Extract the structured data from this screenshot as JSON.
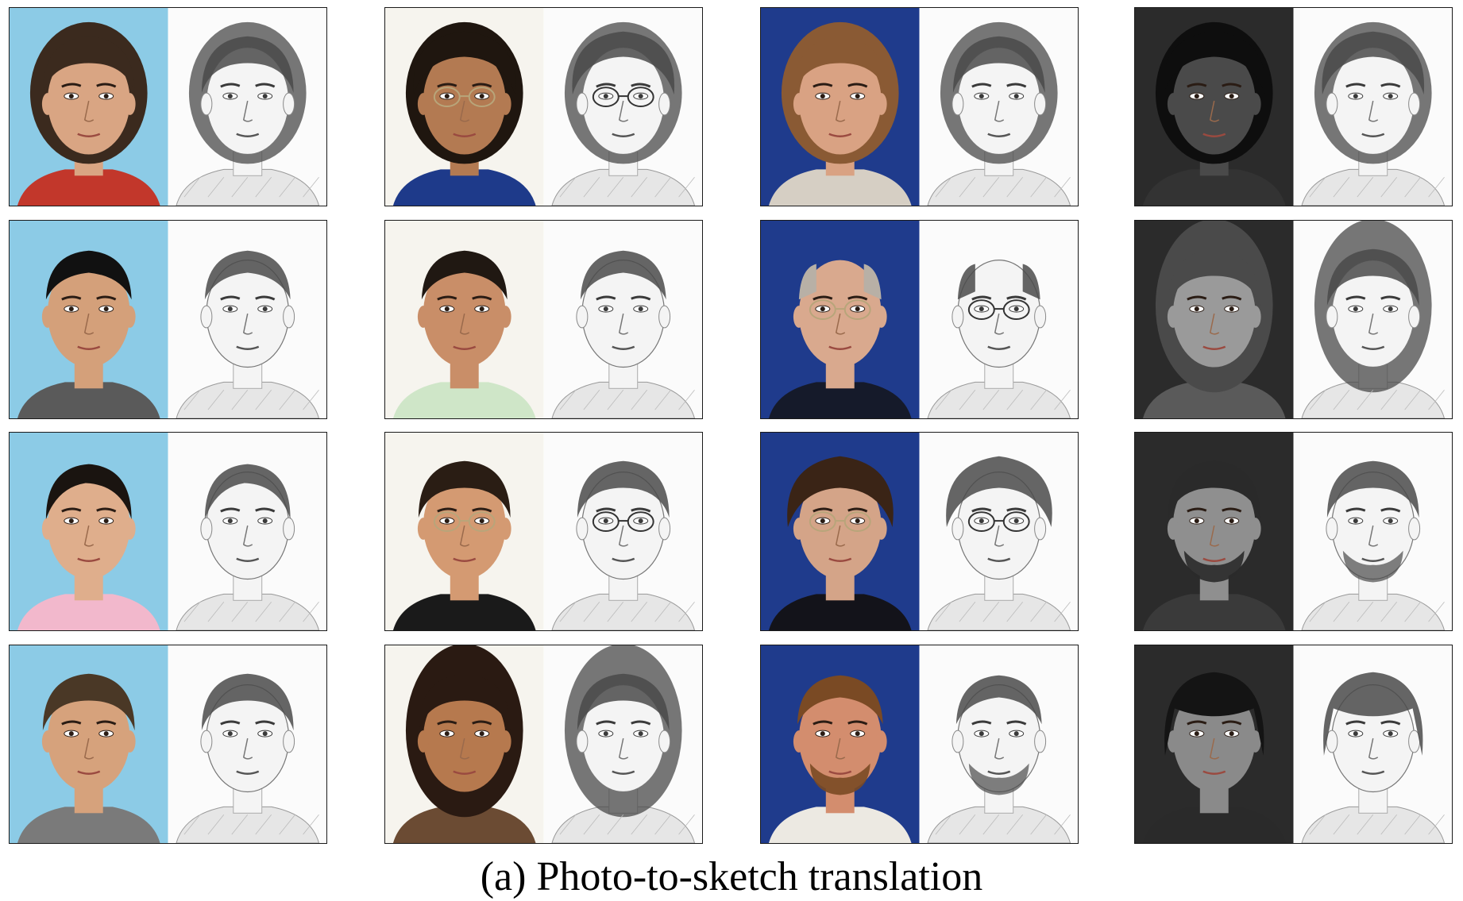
{
  "caption": "(a) Photo-to-sketch translation",
  "columns": [
    {
      "dataset_style": "cuhk",
      "photo_bg": "#8ccbe6",
      "pairs": [
        {
          "hair": "#3b2a1e",
          "skin": "#d9a583",
          "shirt": "#c2372b",
          "hair_style": "bob",
          "glasses": false,
          "beard": false
        },
        {
          "hair": "#111111",
          "skin": "#d4a07a",
          "shirt": "#5a5a5a",
          "hair_style": "short",
          "glasses": false,
          "beard": false
        },
        {
          "hair": "#1a1410",
          "skin": "#dfae8c",
          "shirt": "#f2b8cc",
          "hair_style": "tied",
          "glasses": false,
          "beard": false
        },
        {
          "hair": "#4a3826",
          "skin": "#d6a27c",
          "shirt": "#7a7a7a",
          "hair_style": "medium",
          "glasses": false,
          "beard": false
        }
      ]
    },
    {
      "dataset_style": "ar",
      "photo_bg": "#f6f4ee",
      "pairs": [
        {
          "hair": "#1f160f",
          "skin": "#b37a52",
          "shirt": "#1e3a8a",
          "hair_style": "curly",
          "glasses": true,
          "beard": false
        },
        {
          "hair": "#201812",
          "skin": "#c98e68",
          "shirt": "#cfe6c8",
          "hair_style": "short",
          "glasses": false,
          "beard": false
        },
        {
          "hair": "#2a1d14",
          "skin": "#d49a72",
          "shirt": "#1a1a1a",
          "hair_style": "medium",
          "glasses": true,
          "beard": false
        },
        {
          "hair": "#2a1a12",
          "skin": "#b6794e",
          "shirt": "#6b4b33",
          "hair_style": "long",
          "glasses": false,
          "beard": false
        }
      ]
    },
    {
      "dataset_style": "xm2vts",
      "photo_bg": "#1f3b8c",
      "pairs": [
        {
          "hair": "#8a5a34",
          "skin": "#d9a283",
          "shirt": "#d6cfc4",
          "hair_style": "bob",
          "glasses": false,
          "beard": false
        },
        {
          "hair": "#b8b0a6",
          "skin": "#d9a98e",
          "shirt": "#151a2a",
          "hair_style": "bald",
          "glasses": true,
          "beard": false
        },
        {
          "hair": "#3a2416",
          "skin": "#d4a488",
          "shirt": "#13131a",
          "hair_style": "volume",
          "glasses": true,
          "beard": false
        },
        {
          "hair": "#7a4a24",
          "skin": "#d38d6e",
          "shirt": "#ece9e2",
          "hair_style": "short",
          "glasses": false,
          "beard": true
        }
      ]
    },
    {
      "dataset_style": "feret",
      "photo_bg": "#2b2b2b",
      "pairs": [
        {
          "hair": "#0e0e0e",
          "skin": "#4a4a4a",
          "shirt": "#333333",
          "hair_style": "curly",
          "glasses": false,
          "beard": false
        },
        {
          "hair": "#4a4a4a",
          "skin": "#9a9a9a",
          "shirt": "#5a5a5a",
          "hair_style": "long",
          "glasses": false,
          "beard": false
        },
        {
          "hair": "#2a2a2a",
          "skin": "#8f8f8f",
          "shirt": "#3a3a3a",
          "hair_style": "medium",
          "glasses": false,
          "beard": true
        },
        {
          "hair": "#141414",
          "skin": "#8a8a8a",
          "shirt": "#2a2a2a",
          "hair_style": "fringe",
          "glasses": false,
          "beard": false
        }
      ]
    }
  ]
}
